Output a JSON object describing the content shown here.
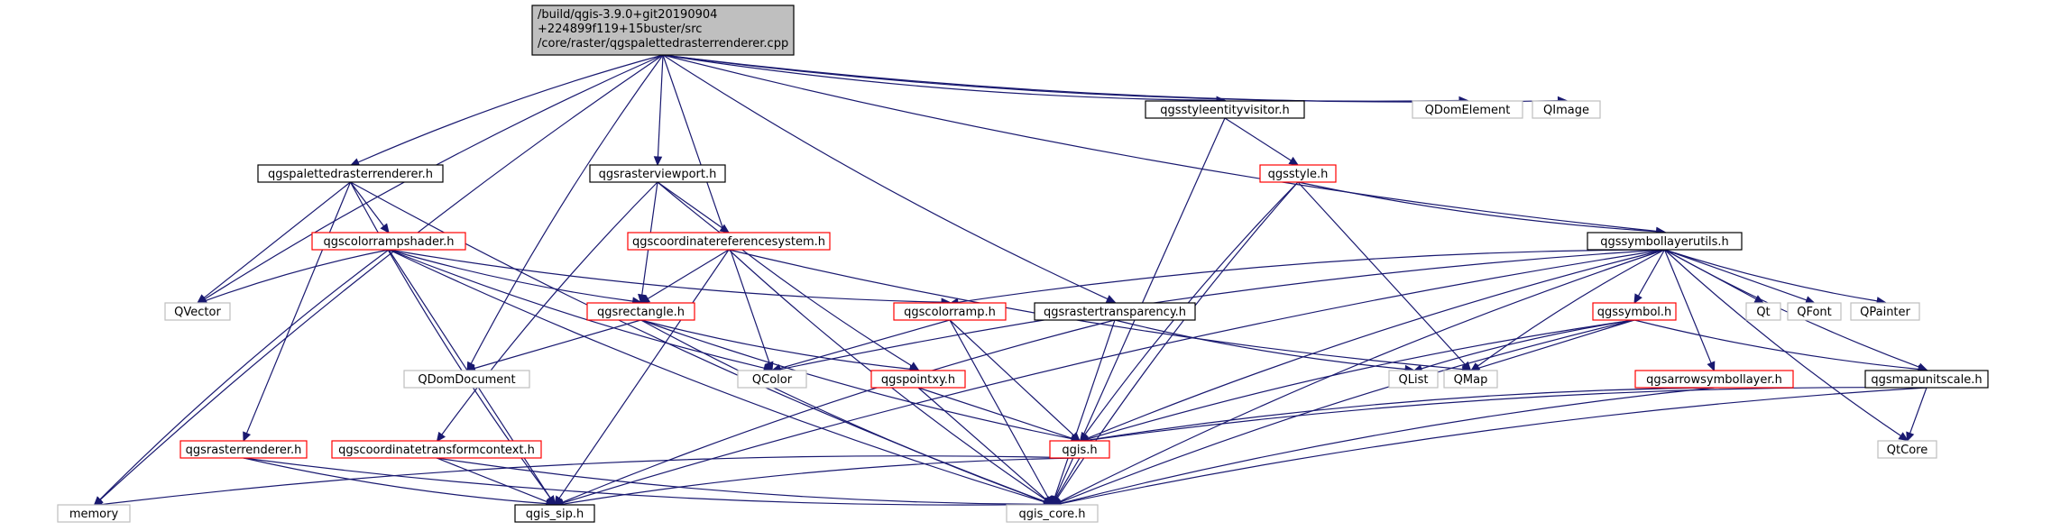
{
  "colors": {
    "edge": "#191970",
    "border_black": "#000000",
    "border_red": "#ff0000",
    "border_gray": "#bfbfbf",
    "root_fill": "#bfbfbf",
    "node_fill": "#ffffff"
  },
  "nodes": [
    {
      "id": "root",
      "style": "root",
      "lines": [
        "/build/qgis-3.9.0+git20190904",
        "+224899f119+15buster/src",
        "/core/raster/qgspalettedrasterrenderer.cpp"
      ]
    },
    {
      "id": "qgspalettedrasterrenderer_h",
      "style": "black",
      "lines": [
        "qgspalettedrasterrenderer.h"
      ]
    },
    {
      "id": "qgsrasterviewport_h",
      "style": "black",
      "lines": [
        "qgsrasterviewport.h"
      ]
    },
    {
      "id": "qgsstyleentityvisitor_h",
      "style": "black",
      "lines": [
        "qgsstyleentityvisitor.h"
      ]
    },
    {
      "id": "QDomElement",
      "style": "gray",
      "lines": [
        "QDomElement"
      ]
    },
    {
      "id": "QImage",
      "style": "gray",
      "lines": [
        "QImage"
      ]
    },
    {
      "id": "qgsstyle_h",
      "style": "red",
      "lines": [
        "qgsstyle.h"
      ]
    },
    {
      "id": "qgscolorrampshader_h",
      "style": "red",
      "lines": [
        "qgscolorrampshader.h"
      ]
    },
    {
      "id": "qgscoordinatereferencesystem_h",
      "style": "red",
      "lines": [
        "qgscoordinatereferencesystem.h"
      ]
    },
    {
      "id": "qgssymbollayerutils_h",
      "style": "black",
      "lines": [
        "qgssymbollayerutils.h"
      ]
    },
    {
      "id": "QVector",
      "style": "gray",
      "lines": [
        "QVector"
      ]
    },
    {
      "id": "qgsrectangle_h",
      "style": "red",
      "lines": [
        "qgsrectangle.h"
      ]
    },
    {
      "id": "qgscolorramp_h",
      "style": "red",
      "lines": [
        "qgscolorramp.h"
      ]
    },
    {
      "id": "qgsrastertransparency_h",
      "style": "black",
      "lines": [
        "qgsrastertransparency.h"
      ]
    },
    {
      "id": "qgssymbol_h",
      "style": "red",
      "lines": [
        "qgssymbol.h"
      ]
    },
    {
      "id": "Qt",
      "style": "gray",
      "lines": [
        "Qt"
      ]
    },
    {
      "id": "QFont",
      "style": "gray",
      "lines": [
        "QFont"
      ]
    },
    {
      "id": "QPainter",
      "style": "gray",
      "lines": [
        "QPainter"
      ]
    },
    {
      "id": "QDomDocument",
      "style": "gray",
      "lines": [
        "QDomDocument"
      ]
    },
    {
      "id": "QColor",
      "style": "gray",
      "lines": [
        "QColor"
      ]
    },
    {
      "id": "qgspointxy_h",
      "style": "red",
      "lines": [
        "qgspointxy.h"
      ]
    },
    {
      "id": "QList",
      "style": "gray",
      "lines": [
        "QList"
      ]
    },
    {
      "id": "QMap",
      "style": "gray",
      "lines": [
        "QMap"
      ]
    },
    {
      "id": "qgsarrowsymbollayer_h",
      "style": "red",
      "lines": [
        "qgsarrowsymbollayer.h"
      ]
    },
    {
      "id": "qgsmapunitscale_h",
      "style": "black",
      "lines": [
        "qgsmapunitscale.h"
      ]
    },
    {
      "id": "qgsrasterrenderer_h",
      "style": "red",
      "lines": [
        "qgsrasterrenderer.h"
      ]
    },
    {
      "id": "qgscoordinatetransformcontext_h",
      "style": "red",
      "lines": [
        "qgscoordinatetransformcontext.h"
      ]
    },
    {
      "id": "qgis_h",
      "style": "red",
      "lines": [
        "qgis.h"
      ]
    },
    {
      "id": "QtCore",
      "style": "gray",
      "lines": [
        "QtCore"
      ]
    },
    {
      "id": "memory",
      "style": "gray",
      "lines": [
        "memory"
      ]
    },
    {
      "id": "qgis_sip_h",
      "style": "black",
      "lines": [
        "qgis_sip.h"
      ]
    },
    {
      "id": "qgis_core_h",
      "style": "gray",
      "lines": [
        "qgis_core.h"
      ]
    }
  ],
  "edges": [
    [
      "root",
      "memory"
    ],
    [
      "root",
      "QDomDocument"
    ],
    [
      "root",
      "QColor"
    ],
    [
      "root",
      "QVector"
    ],
    [
      "root",
      "qgspalettedrasterrenderer_h"
    ],
    [
      "root",
      "qgsrasterviewport_h"
    ],
    [
      "root",
      "qgsrastertransparency_h"
    ],
    [
      "root",
      "qgsstyleentityvisitor_h"
    ],
    [
      "root",
      "qgssymbollayerutils_h"
    ],
    [
      "root",
      "QDomElement"
    ],
    [
      "root",
      "QImage"
    ],
    [
      "qgspalettedrasterrenderer_h",
      "qgscolorrampshader_h"
    ],
    [
      "qgspalettedrasterrenderer_h",
      "QVector"
    ],
    [
      "qgspalettedrasterrenderer_h",
      "qgsrasterrenderer_h"
    ],
    [
      "qgspalettedrasterrenderer_h",
      "qgis_sip_h"
    ],
    [
      "qgspalettedrasterrenderer_h",
      "qgis_core_h"
    ],
    [
      "qgscolorrampshader_h",
      "QVector"
    ],
    [
      "qgscolorrampshader_h",
      "qgsrectangle_h"
    ],
    [
      "qgscolorrampshader_h",
      "qgscolorramp_h"
    ],
    [
      "qgscolorrampshader_h",
      "QColor"
    ],
    [
      "qgscolorrampshader_h",
      "memory"
    ],
    [
      "qgscolorrampshader_h",
      "qgis_sip_h"
    ],
    [
      "qgscolorrampshader_h",
      "qgis_core_h"
    ],
    [
      "qgsrasterviewport_h",
      "qgscoordinatereferencesystem_h"
    ],
    [
      "qgsrasterviewport_h",
      "qgsrectangle_h"
    ],
    [
      "qgsrasterviewport_h",
      "qgspointxy_h"
    ],
    [
      "qgsrasterviewport_h",
      "qgscoordinatetransformcontext_h"
    ],
    [
      "qgscoordinatereferencesystem_h",
      "qgsrectangle_h"
    ],
    [
      "qgscoordinatereferencesystem_h",
      "QMap"
    ],
    [
      "qgscoordinatereferencesystem_h",
      "qgis_sip_h"
    ],
    [
      "qgscoordinatereferencesystem_h",
      "qgis_core_h"
    ],
    [
      "qgsrectangle_h",
      "QDomDocument"
    ],
    [
      "qgsrectangle_h",
      "qgspointxy_h"
    ],
    [
      "qgsrectangle_h",
      "qgis_h"
    ],
    [
      "qgsrectangle_h",
      "qgis_core_h"
    ],
    [
      "qgscolorramp_h",
      "QColor"
    ],
    [
      "qgscolorramp_h",
      "qgis_h"
    ],
    [
      "qgscolorramp_h",
      "qgis_core_h"
    ],
    [
      "qgspointxy_h",
      "qgis_h"
    ],
    [
      "qgspointxy_h",
      "qgis_core_h"
    ],
    [
      "qgsrastertransparency_h",
      "QList"
    ],
    [
      "qgsrastertransparency_h",
      "qgis_sip_h"
    ],
    [
      "qgsrastertransparency_h",
      "qgis_core_h"
    ],
    [
      "qgsstyleentityvisitor_h",
      "qgsstyle_h"
    ],
    [
      "qgsstyleentityvisitor_h",
      "qgis_core_h"
    ],
    [
      "qgsstyle_h",
      "qgssymbollayerutils_h"
    ],
    [
      "qgsstyle_h",
      "QMap"
    ],
    [
      "qgsstyle_h",
      "qgis_h"
    ],
    [
      "qgsstyle_h",
      "qgis_core_h"
    ],
    [
      "qgssymbollayerutils_h",
      "qgscolorramp_h"
    ],
    [
      "qgssymbollayerutils_h",
      "QColor"
    ],
    [
      "qgssymbollayerutils_h",
      "qgssymbol_h"
    ],
    [
      "qgssymbollayerutils_h",
      "QMap"
    ],
    [
      "qgssymbollayerutils_h",
      "qgsarrowsymbollayer_h"
    ],
    [
      "qgssymbollayerutils_h",
      "Qt"
    ],
    [
      "qgssymbollayerutils_h",
      "QFont"
    ],
    [
      "qgssymbollayerutils_h",
      "QPainter"
    ],
    [
      "qgssymbollayerutils_h",
      "qgsmapunitscale_h"
    ],
    [
      "qgssymbollayerutils_h",
      "QtCore"
    ],
    [
      "qgssymbollayerutils_h",
      "qgis_h"
    ],
    [
      "qgssymbollayerutils_h",
      "qgis_sip_h"
    ],
    [
      "qgssymbollayerutils_h",
      "qgis_core_h"
    ],
    [
      "qgssymbol_h",
      "QList"
    ],
    [
      "qgssymbol_h",
      "QMap"
    ],
    [
      "qgssymbol_h",
      "qgsmapunitscale_h"
    ],
    [
      "qgssymbol_h",
      "qgis_h"
    ],
    [
      "qgssymbol_h",
      "qgis_core_h"
    ],
    [
      "qgsarrowsymbollayer_h",
      "qgis_h"
    ],
    [
      "qgsarrowsymbollayer_h",
      "qgis_core_h"
    ],
    [
      "qgsmapunitscale_h",
      "QtCore"
    ],
    [
      "qgsmapunitscale_h",
      "qgis_h"
    ],
    [
      "qgsmapunitscale_h",
      "qgis_core_h"
    ],
    [
      "qgsrasterrenderer_h",
      "qgis_sip_h"
    ],
    [
      "qgsrasterrenderer_h",
      "qgis_core_h"
    ],
    [
      "qgscoordinatetransformcontext_h",
      "qgis_sip_h"
    ],
    [
      "qgscoordinatetransformcontext_h",
      "qgis_core_h"
    ],
    [
      "qgis_h",
      "memory"
    ],
    [
      "qgis_h",
      "qgis_sip_h"
    ],
    [
      "qgis_h",
      "qgis_core_h"
    ]
  ]
}
